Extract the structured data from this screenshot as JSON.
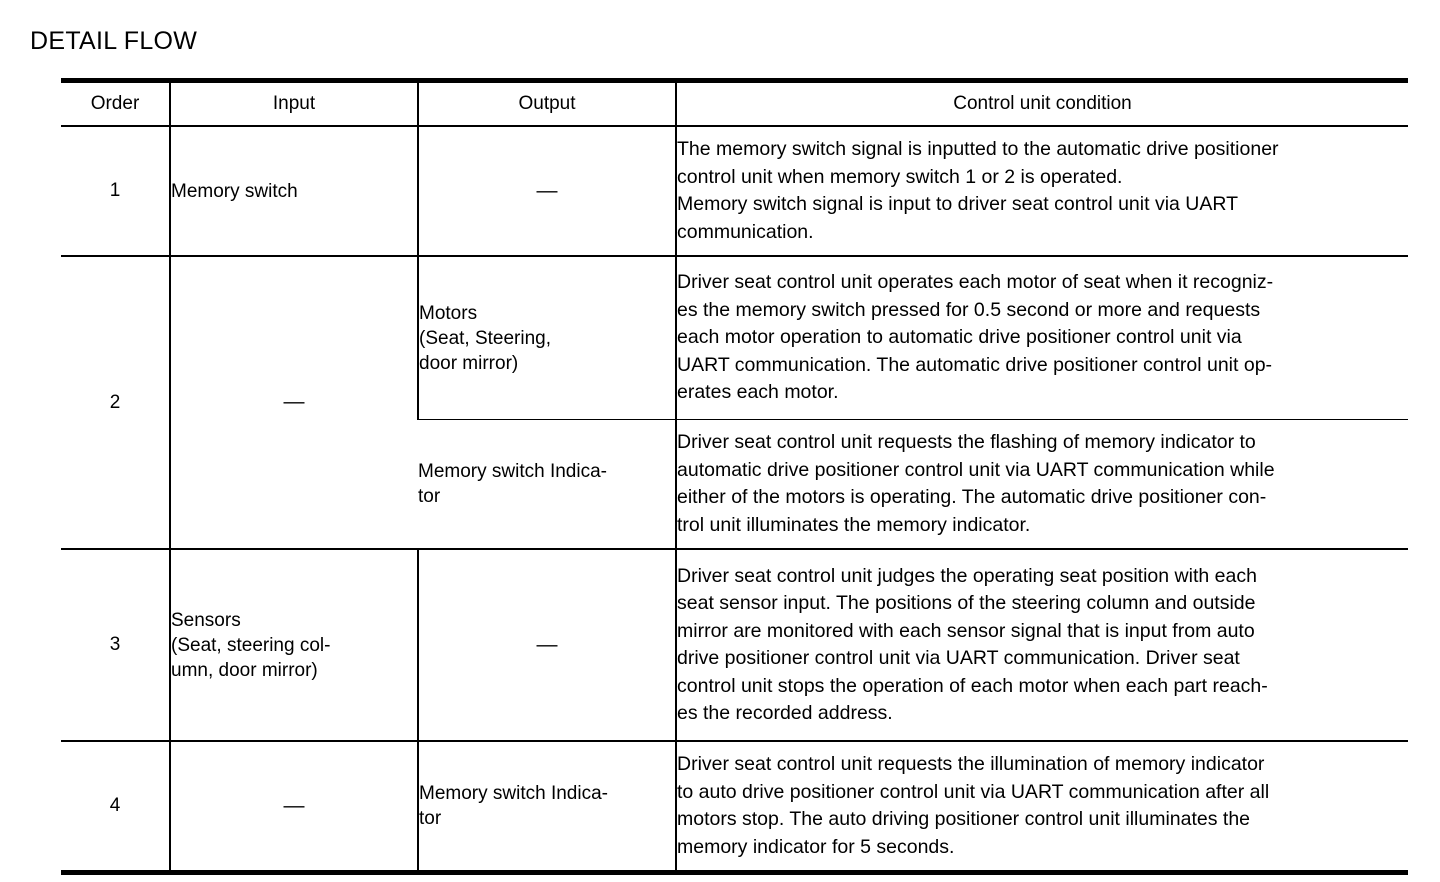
{
  "document": {
    "title": "DETAIL FLOW"
  },
  "table": {
    "headers": {
      "order": "Order",
      "input": "Input",
      "output": "Output",
      "condition": "Control unit condition"
    },
    "dash": "—",
    "rows": [
      {
        "order": "1",
        "input": "Memory switch",
        "output": "—",
        "condition": "The memory switch signal is inputted to the automatic drive positioner\ncontrol unit when memory switch 1 or 2 is operated.\nMemory switch signal is input to driver seat control unit via UART\ncommunication."
      },
      {
        "order": "2",
        "input": "—",
        "sub_rows": [
          {
            "output": "Motors\n(Seat, Steering,\ndoor mirror)",
            "condition": "Driver seat control unit operates each motor of seat when it recogniz-\nes the memory switch pressed for 0.5 second or more and requests\neach motor operation to automatic drive positioner control unit via\nUART communication. The automatic drive positioner control unit op-\nerates each motor."
          },
          {
            "output": "Memory switch Indica-\ntor",
            "condition": "Driver seat control unit requests the flashing of memory indicator to\nautomatic drive positioner control unit via UART communication while\neither of the motors is operating. The automatic drive positioner con-\ntrol unit illuminates the memory indicator."
          }
        ]
      },
      {
        "order": "3",
        "input": "Sensors\n(Seat, steering col-\numn, door mirror)",
        "output": "—",
        "condition": "Driver seat control unit judges the operating seat position with each\nseat sensor input. The positions of the steering column and outside\nmirror are monitored with each sensor signal that is input from auto\ndrive positioner control unit via UART communication. Driver seat\ncontrol unit stops the operation of each motor when each part reach-\nes the recorded address."
      },
      {
        "order": "4",
        "input": "—",
        "output": "Memory switch Indica-\ntor",
        "condition": "Driver seat control unit requests the illumination of memory indicator\nto auto drive positioner control unit via UART communication after all\nmotors stop. The auto driving positioner control unit illuminates the\nmemory indicator for 5 seconds."
      }
    ]
  }
}
